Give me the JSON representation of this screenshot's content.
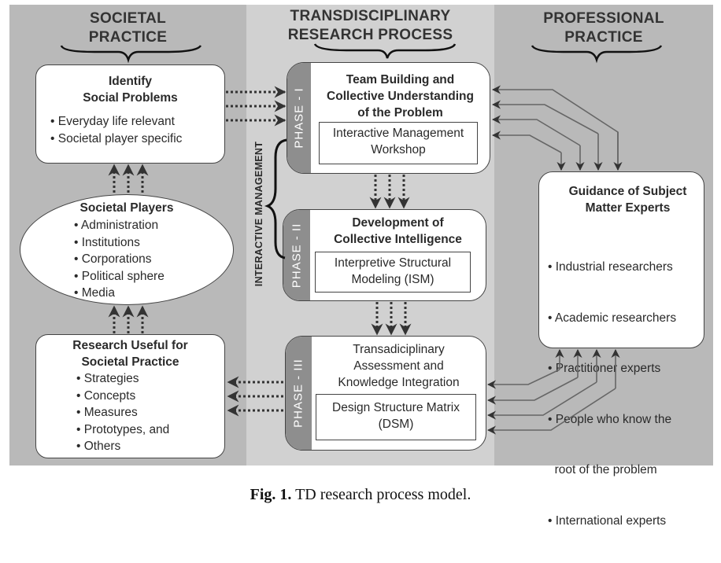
{
  "columns": {
    "left": {
      "heading": [
        "SOCIETAL",
        "PRACTICE"
      ]
    },
    "middle": {
      "heading": [
        "TRANSDISCIPLINARY",
        "RESEARCH PROCESS"
      ]
    },
    "right": {
      "heading": [
        "PROFESSIONAL",
        "PRACTICE"
      ]
    }
  },
  "identify_box": {
    "title": [
      "Identify",
      "Social Problems"
    ],
    "items": [
      "• Everyday life relevant",
      "• Societal player specific"
    ]
  },
  "societal_players": {
    "title": "Societal Players",
    "items": [
      "• Administration",
      "• Institutions",
      "• Corporations",
      "• Political sphere",
      "• Media"
    ]
  },
  "research_useful_box": {
    "title": [
      "Research Useful for",
      "Societal Practice"
    ],
    "items": [
      "• Strategies",
      "• Concepts",
      "• Measures",
      "• Prototypes, and",
      "• Others"
    ]
  },
  "interactive_management_label": "INTERACTIVE MANAGEMENT",
  "phases": [
    {
      "label": "PHASE - I",
      "title": [
        "Team Building and",
        "Collective Understanding",
        "of the Problem"
      ],
      "method": [
        "Interactive Management",
        "Workshop"
      ]
    },
    {
      "label": "PHASE - II",
      "title": [
        "Development of",
        "Collective Intelligence"
      ],
      "method": [
        "Interpretive Structural",
        "Modeling (ISM)"
      ]
    },
    {
      "label": "PHASE - III",
      "title": [
        "Transadiciplinary",
        "Assessment and",
        "Knowledge Integration"
      ],
      "method": [
        "Design Structure Matrix",
        "(DSM)"
      ]
    }
  ],
  "experts_box": {
    "title": [
      "Guidance of Subject",
      "Matter Experts"
    ],
    "items": [
      "• Industrial researchers",
      "• Academic researchers",
      "• Practitioner experts",
      "• People who know the",
      "  root of the problem",
      "• International experts"
    ]
  },
  "caption": {
    "label": "Fig. 1.",
    "text": " TD research process model."
  },
  "colors": {
    "side_column_bg": "#b9b9b9",
    "middle_column_bg": "#d1d1d1",
    "phase_strip": "#8e8e8e",
    "box_fill": "#ffffff",
    "outline": "#444444"
  }
}
